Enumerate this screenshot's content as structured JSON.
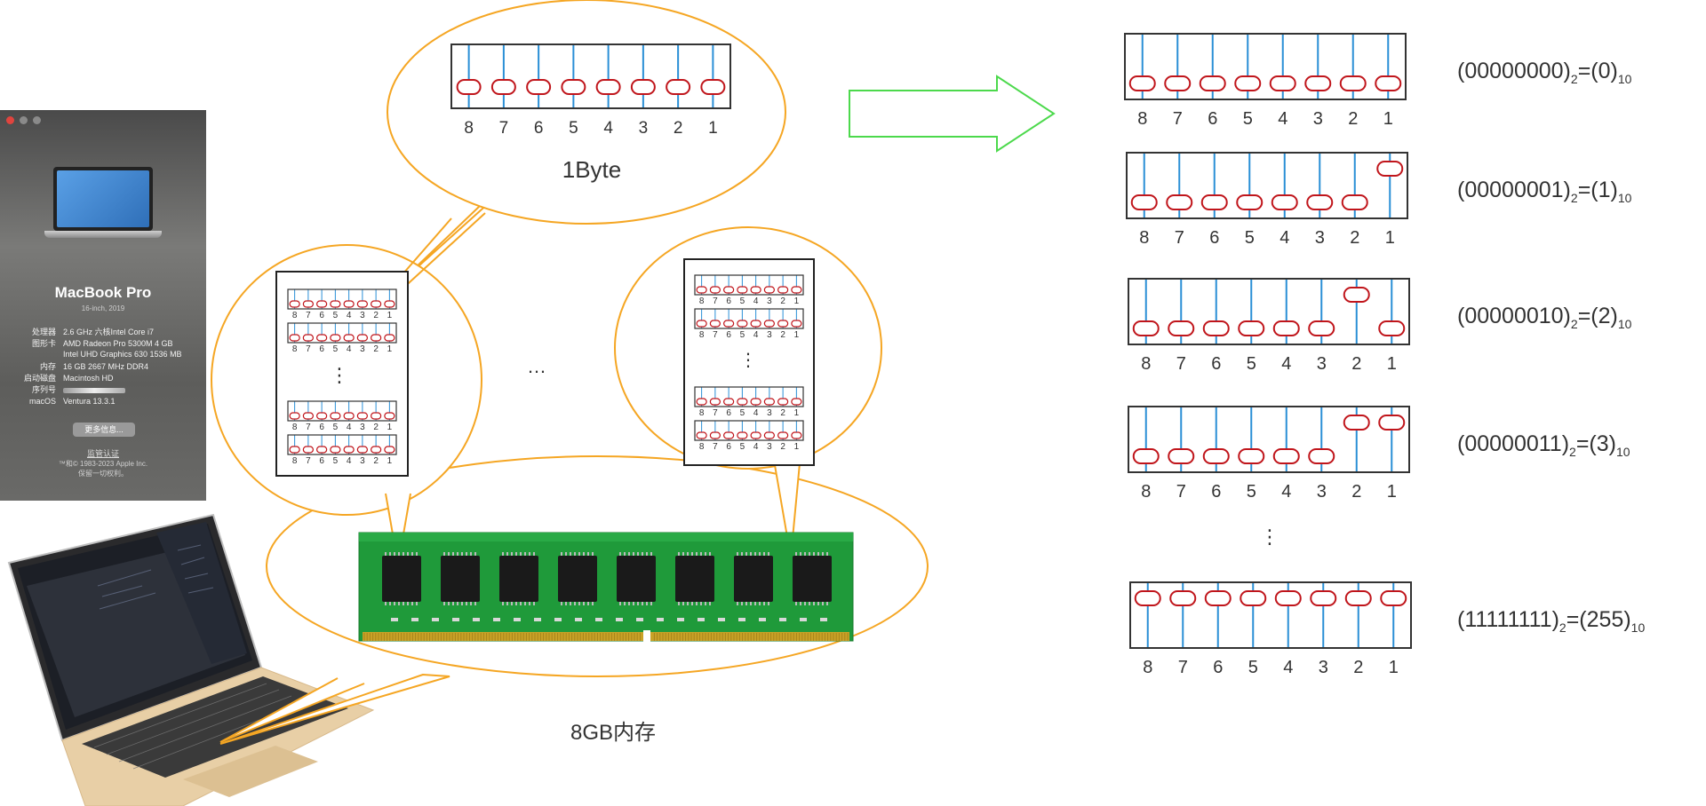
{
  "about_panel": {
    "model": "MacBook Pro",
    "year": "16-inch, 2019",
    "specs": [
      {
        "key": "处理器",
        "value": "2.6 GHz 六核Intel Core i7"
      },
      {
        "key": "图形卡",
        "value": "AMD Radeon Pro 5300M 4 GB"
      },
      {
        "key": "",
        "value": "Intel UHD Graphics 630 1536 MB"
      },
      {
        "key": "内存",
        "value": "16 GB 2667 MHz DDR4"
      },
      {
        "key": "启动磁盘",
        "value": "Macintosh HD"
      },
      {
        "key": "序列号",
        "value": ""
      },
      {
        "key": "macOS",
        "value": "Ventura 13.3.1"
      }
    ],
    "more_info_button": "更多信息...",
    "regulatory_link": "监管认证",
    "copyright_line1": "™和© 1983-2023 Apple Inc.",
    "copyright_line2": "保留一切权利。"
  },
  "labels": {
    "byte": "1Byte",
    "memory": "8GB内存",
    "ellipsis": "…",
    "vertical_ellipsis": "⋮",
    "bit_positions": [
      "8",
      "7",
      "6",
      "5",
      "4",
      "3",
      "2",
      "1"
    ]
  },
  "byte_examples": [
    {
      "bits": [
        0,
        0,
        0,
        0,
        0,
        0,
        0,
        0
      ],
      "binary": "00000000",
      "base_binary": "2",
      "decimal": "0",
      "base_decimal": "10"
    },
    {
      "bits": [
        0,
        0,
        0,
        0,
        0,
        0,
        0,
        1
      ],
      "binary": "00000001",
      "base_binary": "2",
      "decimal": "1",
      "base_decimal": "10"
    },
    {
      "bits": [
        0,
        0,
        0,
        0,
        0,
        0,
        1,
        0
      ],
      "binary": "00000010",
      "base_binary": "2",
      "decimal": "2",
      "base_decimal": "10"
    },
    {
      "bits": [
        0,
        0,
        0,
        0,
        0,
        0,
        1,
        1
      ],
      "binary": "00000011",
      "base_binary": "2",
      "decimal": "3",
      "base_decimal": "10"
    },
    {
      "bits": [
        1,
        1,
        1,
        1,
        1,
        1,
        1,
        1
      ],
      "binary": "11111111",
      "base_binary": "2",
      "decimal": "255",
      "base_decimal": "10"
    }
  ],
  "colors": {
    "bubble": "#f5a623",
    "rod": "#2a8fd6",
    "bead": "#c0151b",
    "arrow": "#4cd94c",
    "frame": "#333333",
    "pcb": "#1f9a3a",
    "chip": "#1a1a1a",
    "gold": "#c9a227"
  }
}
